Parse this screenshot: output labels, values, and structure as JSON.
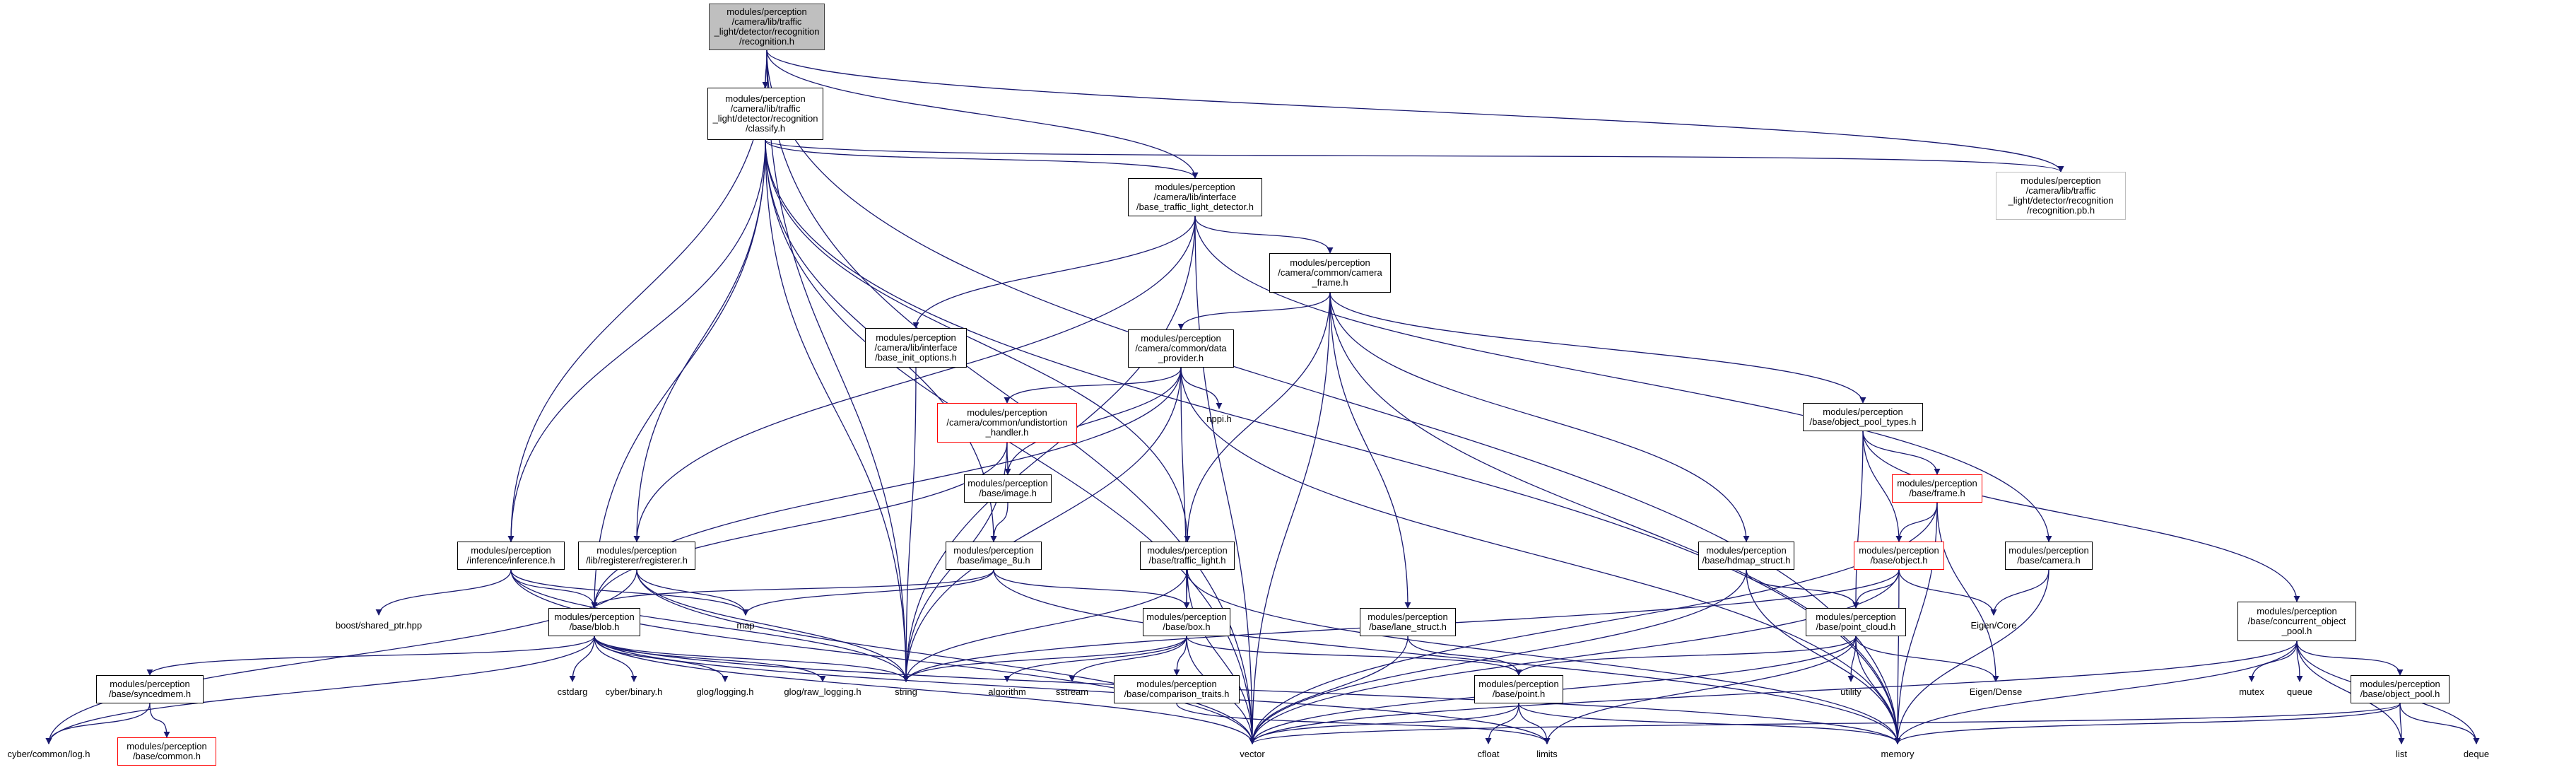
{
  "colors": {
    "edge": "#191970",
    "box_border": "#000000",
    "external_border": "#bfbfbf",
    "truncated_border": "#ff0000",
    "root_fill": "#bfbfbf"
  },
  "nodes": {
    "recognition_h": [
      "modules/perception",
      "/camera/lib/traffic",
      "_light/detector/recognition",
      "/recognition.h"
    ],
    "classify_h": [
      "modules/perception",
      "/camera/lib/traffic",
      "_light/detector/recognition",
      "/classify.h"
    ],
    "recognition_pb_h": [
      "modules/perception",
      "/camera/lib/traffic",
      "_light/detector/recognition",
      "/recognition.pb.h"
    ],
    "base_traffic_light_detector_h": [
      "modules/perception",
      "/camera/lib/interface",
      "/base_traffic_light_detector.h"
    ],
    "camera_frame_h": [
      "modules/perception",
      "/camera/common/camera",
      "_frame.h"
    ],
    "base_init_options_h": [
      "modules/perception",
      "/camera/lib/interface",
      "/base_init_options.h"
    ],
    "data_provider_h": [
      "modules/perception",
      "/camera/common/data",
      "_provider.h"
    ],
    "nppi_h": [
      "nppi.h"
    ],
    "undistortion_handler_h": [
      "modules/perception",
      "/camera/common/undistortion",
      "_handler.h"
    ],
    "image_h": [
      "modules/perception",
      "/base/image.h"
    ],
    "image_8u_h": [
      "modules/perception",
      "/base/image_8u.h"
    ],
    "inference_h": [
      "modules/perception",
      "/inference/inference.h"
    ],
    "registerer_h": [
      "modules/perception",
      "/lib/registerer/registerer.h"
    ],
    "traffic_light_h": [
      "modules/perception",
      "/base/traffic_light.h"
    ],
    "object_pool_types_h": [
      "modules/perception",
      "/base/object_pool_types.h"
    ],
    "frame_h": [
      "modules/perception",
      "/base/frame.h"
    ],
    "object_h": [
      "modules/perception",
      "/base/object.h"
    ],
    "hdmap_struct_h": [
      "modules/perception",
      "/base/hdmap_struct.h"
    ],
    "camera_h": [
      "modules/perception",
      "/base/camera.h"
    ],
    "boost_shared_ptr": [
      "boost/shared_ptr.hpp"
    ],
    "map": [
      "map"
    ],
    "blob_h": [
      "modules/perception",
      "/base/blob.h"
    ],
    "box_h": [
      "modules/perception",
      "/base/box.h"
    ],
    "lane_struct_h": [
      "modules/perception",
      "/base/lane_struct.h"
    ],
    "point_cloud_h": [
      "modules/perception",
      "/base/point_cloud.h"
    ],
    "eigen_core": [
      "Eigen/Core"
    ],
    "concurrent_object_pool_h": [
      "modules/perception",
      "/base/concurrent_object",
      "_pool.h"
    ],
    "syncedmem_h": [
      "modules/perception",
      "/base/syncedmem.h"
    ],
    "cstdarg": [
      "cstdarg"
    ],
    "cyber_binary_h": [
      "cyber/binary.h"
    ],
    "glog_logging_h": [
      "glog/logging.h"
    ],
    "glog_raw_logging_h": [
      "glog/raw_logging.h"
    ],
    "string": [
      "string"
    ],
    "algorithm": [
      "algorithm"
    ],
    "sstream": [
      "sstream"
    ],
    "comparison_traits_h": [
      "modules/perception",
      "/base/comparison_traits.h"
    ],
    "point_h": [
      "modules/perception",
      "/base/point.h"
    ],
    "utility": [
      "utility"
    ],
    "eigen_dense": [
      "Eigen/Dense"
    ],
    "mutex": [
      "mutex"
    ],
    "queue": [
      "queue"
    ],
    "object_pool_h": [
      "modules/perception",
      "/base/object_pool.h"
    ],
    "cyber_common_log_h": [
      "cyber/common/log.h"
    ],
    "base_common_h": [
      "modules/perception",
      "/base/common.h"
    ],
    "vector": [
      "vector"
    ],
    "limits": [
      "limits"
    ],
    "cfloat": [
      "cfloat"
    ],
    "memory": [
      "memory"
    ],
    "list": [
      "list"
    ],
    "deque": [
      "deque"
    ]
  }
}
